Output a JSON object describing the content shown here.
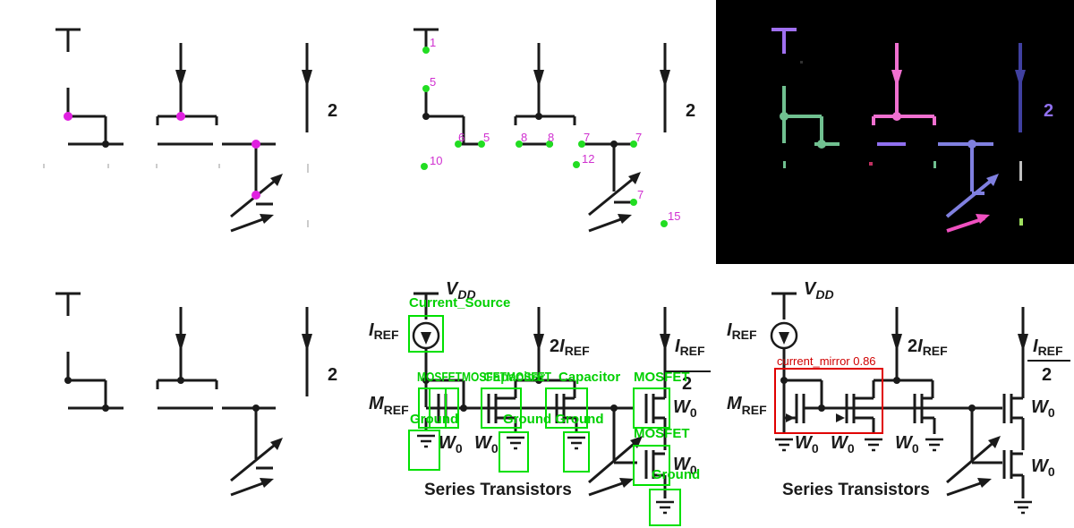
{
  "colors": {
    "wire": "#1a1a1a",
    "keypoint": "#e020e0",
    "detect_box": "#00e000",
    "detect_text": "#00d000",
    "mirror_box": "#e00000",
    "seg_violet": "#a070f0",
    "seg_green": "#70c090",
    "seg_pink": "#f070d0",
    "seg_navy": "#4040a0",
    "seg_blue": "#8080e0",
    "seg_magenta": "#f050c0",
    "seg_light_violet": "#9070f0"
  },
  "panel1": {
    "label_2": "2"
  },
  "panel2": {
    "label_2": "2",
    "node_labels": [
      "1",
      "5",
      "10",
      "6",
      "5",
      "8",
      "8",
      "7",
      "7",
      "12",
      "7",
      "15"
    ]
  },
  "panel3": {
    "label_2": "2"
  },
  "panel4": {
    "label_2": "2"
  },
  "panel5": {
    "vdd_main": "V",
    "vdd_sub": "DD",
    "iref_main": "I",
    "iref_sub": "REF",
    "two_iref_pre": "2",
    "two_iref_main": "I",
    "two_iref_sub": "REF",
    "right_iref_main": "I",
    "right_iref_sub": "REF",
    "right_two": "2",
    "mref_main": "M",
    "mref_sub": "REF",
    "w0_main": "W",
    "w0_sub": "0",
    "series_label": "Series Transistors",
    "detections": {
      "current_source": "Current_Source",
      "overlap_top": "MOSFETMOSFETMOSFET",
      "overlap_mid1": "Capacitor",
      "overlap_mid2": "Capacitor",
      "mosfet_right": "MOSFET",
      "ground_left": "Ground",
      "ground_mid": "Ground Ground",
      "mosfet_right_lower": "MOSFET",
      "ground_right": "Ground"
    }
  },
  "panel6": {
    "vdd_main": "V",
    "vdd_sub": "DD",
    "iref_main": "I",
    "iref_sub": "REF",
    "two_iref_pre": "2",
    "two_iref_main": "I",
    "two_iref_sub": "REF",
    "right_iref_main": "I",
    "right_iref_sub": "REF",
    "right_two": "2",
    "mref_main": "M",
    "mref_sub": "REF",
    "w0_main": "W",
    "w0_sub": "0",
    "series_label": "Series Transistors",
    "mirror_label": "current_mirror 0.86"
  }
}
